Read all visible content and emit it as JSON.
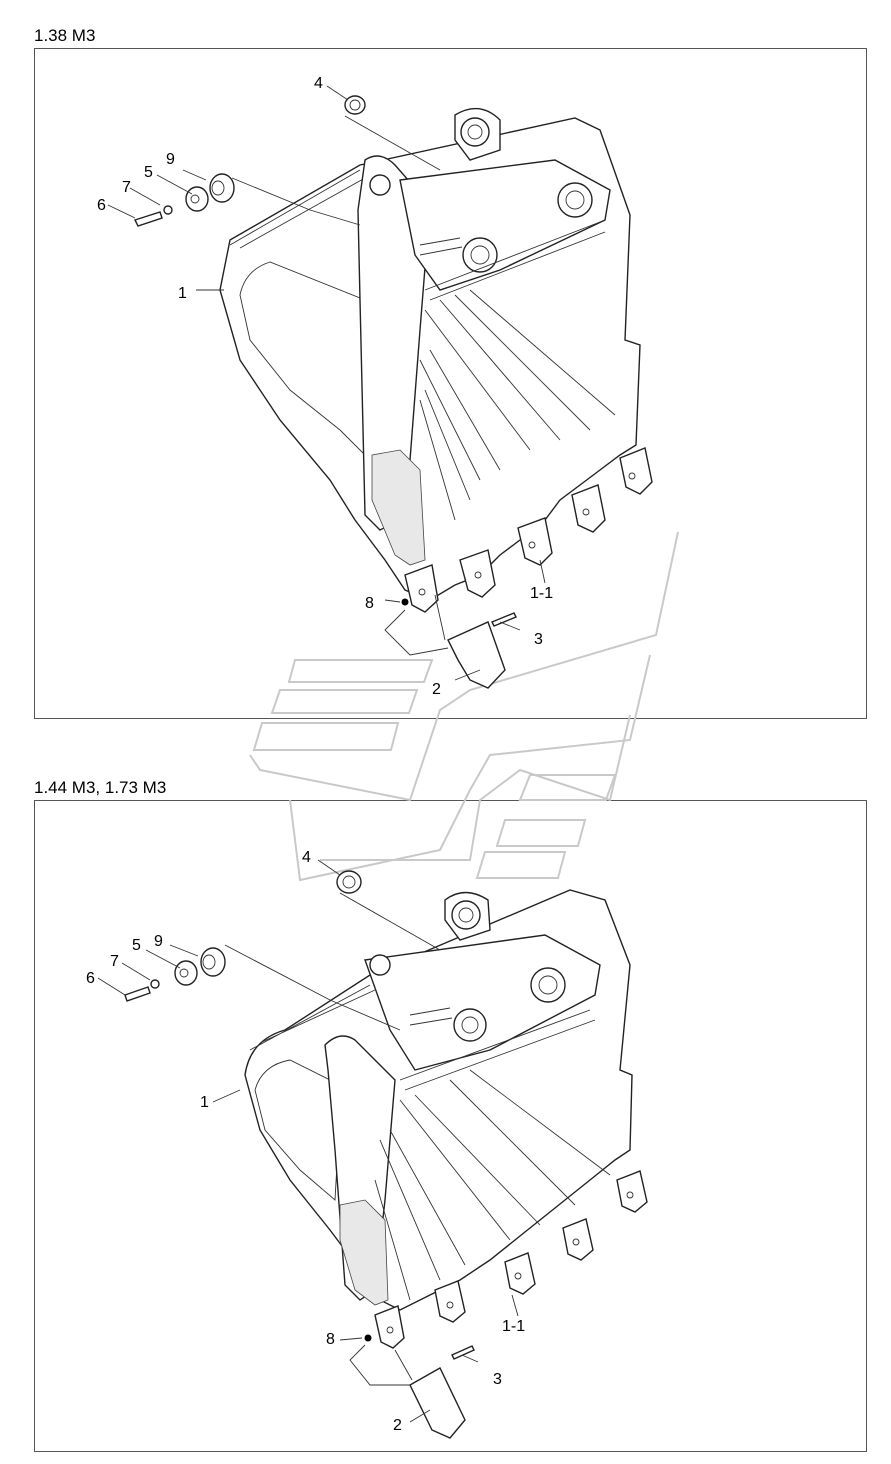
{
  "sections": [
    {
      "title": "1.38 M3",
      "callouts": {
        "c1": "1",
        "c11": "1-1",
        "c2": "2",
        "c3": "3",
        "c4": "4",
        "c5": "5",
        "c6": "6",
        "c7": "7",
        "c8": "8",
        "c9": "9"
      }
    },
    {
      "title": "1.44 M3, 1.73 M3",
      "callouts": {
        "c1": "1",
        "c11": "1-1",
        "c2": "2",
        "c3": "3",
        "c4": "4",
        "c5": "5",
        "c6": "6",
        "c7": "7",
        "c8": "8",
        "c9": "9"
      }
    }
  ]
}
